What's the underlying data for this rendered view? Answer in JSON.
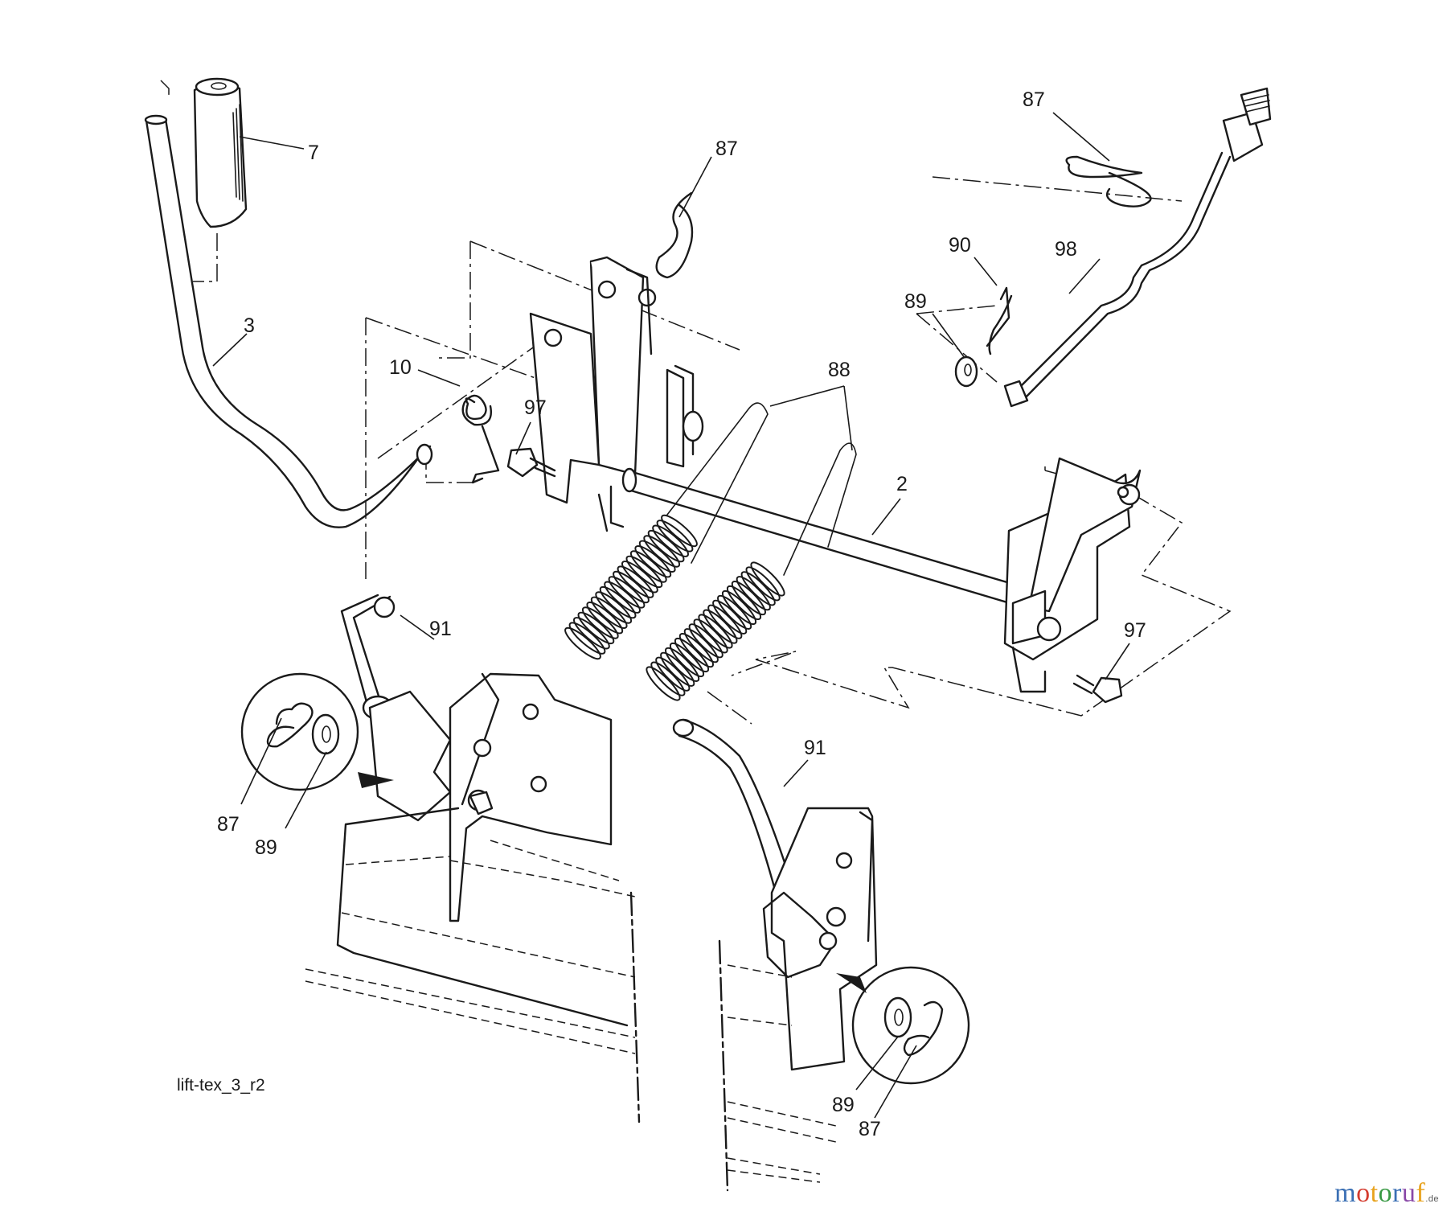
{
  "drawing_id": "lift-tex_3_r2",
  "watermark": {
    "letters": [
      "m",
      "o",
      "t",
      "o",
      "r",
      "u",
      "f"
    ],
    "letter_colors": [
      "#3a6fb4",
      "#d43c2f",
      "#e8a21c",
      "#3a9a45",
      "#3a6fb4",
      "#8a4aa8",
      "#e8a21c"
    ],
    "tld": ".de"
  },
  "callouts": [
    "7",
    "3",
    "10",
    "97",
    "87",
    "88",
    "2",
    "87",
    "90",
    "89",
    "98",
    "91",
    "97",
    "91",
    "87",
    "89",
    "89",
    "87"
  ]
}
